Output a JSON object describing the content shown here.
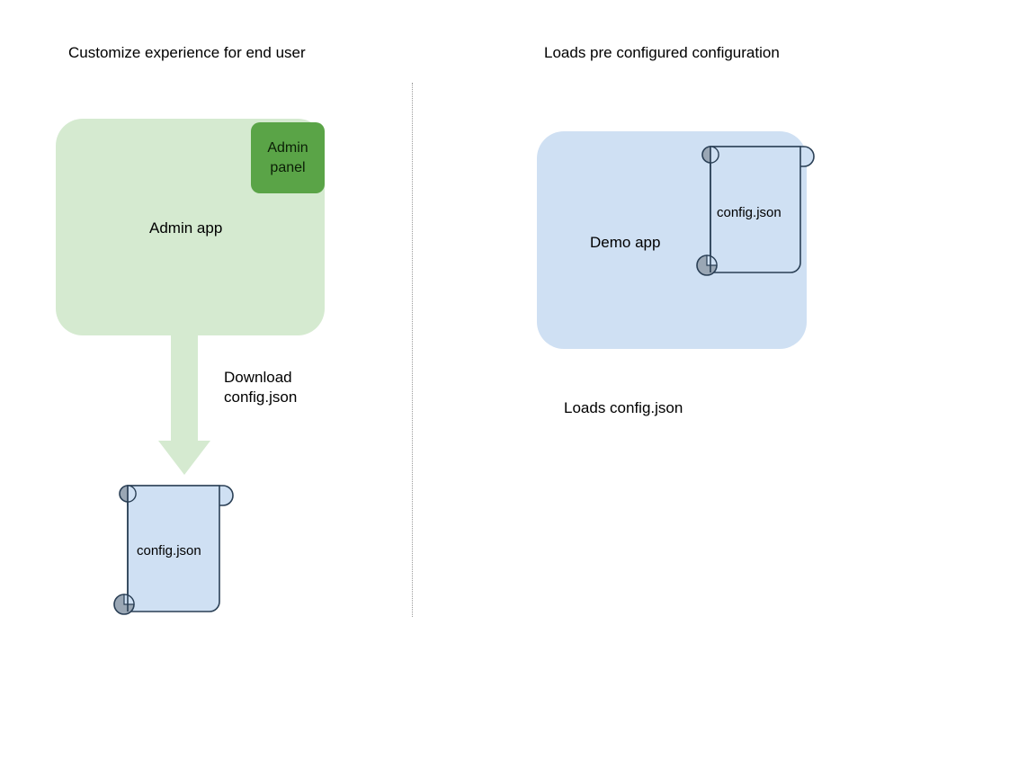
{
  "diagram": {
    "columns": [
      {
        "id": "left",
        "title": "Customize experience for end user"
      },
      {
        "id": "right",
        "title": "Loads pre configured configuration"
      }
    ],
    "divider": {
      "style": "dotted",
      "color": "#9b9b9b"
    },
    "left_flow": {
      "app_card": {
        "label": "Admin app",
        "fill": "#d5ead0"
      },
      "panel_chip": {
        "line1": "Admin",
        "line2": "panel",
        "fill": "#5aa447"
      },
      "arrow": {
        "direction": "down",
        "fill": "#d5ead0",
        "label_line1": "Download",
        "label_line2": "config.json"
      },
      "document": {
        "label": "config.json",
        "fill": "#cfe0f3",
        "stroke": "#2a3f55",
        "curl_fill": "#9aa7b5"
      }
    },
    "right_flow": {
      "app_card": {
        "label": "Demo app",
        "fill": "#cfe0f3"
      },
      "document": {
        "label": "config.json",
        "fill": "#cfe0f3",
        "stroke": "#2a3f55",
        "curl_fill": "#9aa7b5"
      },
      "caption": "Loads config.json"
    }
  }
}
